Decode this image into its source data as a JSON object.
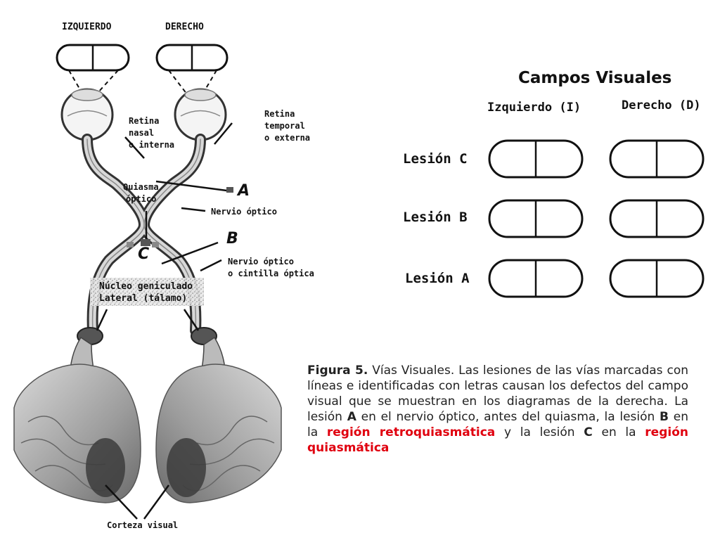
{
  "eye_fields": {
    "left": "IZQUIERDO",
    "right": "DERECHO"
  },
  "labels": {
    "retina_nasal": [
      "Retina",
      "nasal",
      "o interna"
    ],
    "retina_temporal": [
      "Retina",
      "temporal",
      "o externa"
    ],
    "quiasma": [
      "Quiasma",
      "óptico"
    ],
    "nervio_optico": "Nervio óptico",
    "cintilla": [
      "Nervio óptico",
      "o cintilla óptica"
    ],
    "geniculado": [
      "Núcleo geniculado",
      "Lateral (tálamo)"
    ],
    "corteza": "Corteza visual"
  },
  "lesion_letters": {
    "a": "A",
    "b": "B",
    "c": "C"
  },
  "visual_fields": {
    "title": "Campos Visuales",
    "left_header": "Izquierdo (I)",
    "right_header": "Derecho (D)",
    "rows": [
      {
        "label": "Lesión C"
      },
      {
        "label": "Lesión B"
      },
      {
        "label": "Lesión A"
      }
    ]
  },
  "caption": {
    "figure": "Figura 5.",
    "text1": " Vías Visuales. Las lesiones de las vías marcadas con líneas e identificadas con letras causan los defectos del campo visual que se muestran en los diagramas de la derecha. La lesión ",
    "a": "A",
    "text2": " en el nervio óptico, antes del quiasma, la lesión ",
    "b": "B",
    "text3": " en la ",
    "red1": "región retroquiasmática",
    "text4": " y la lesión ",
    "c": "C",
    "text5": " en la ",
    "red2": "región quiasmática"
  },
  "colors": {
    "text": "#111111",
    "accent_red": "#e0000f",
    "brain": "#9a9a9a",
    "brain_dark": "#3c3c3c"
  }
}
